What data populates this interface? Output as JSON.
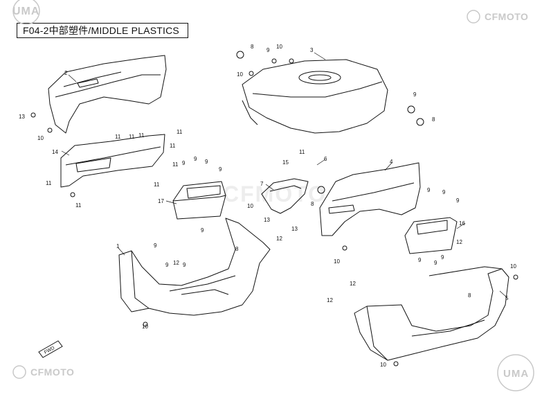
{
  "title": "F04-2中部塑件/MIDDLE PLASTICS",
  "logos": {
    "uma_top_left": "UMA",
    "cfmoto_top_right": "CFMOTO",
    "cfmoto_bottom_left": "CFMOTO",
    "uma_bottom_right": "UMA",
    "watermark": "CFMOTO"
  },
  "icons": {
    "fwd_arrow": "FWD"
  },
  "callouts": [
    {
      "id": "c1",
      "label": "1"
    },
    {
      "id": "c2",
      "label": "2"
    },
    {
      "id": "c3",
      "label": "3"
    },
    {
      "id": "c4",
      "label": "4"
    },
    {
      "id": "c5",
      "label": "5"
    },
    {
      "id": "c6",
      "label": "6"
    },
    {
      "id": "c7",
      "label": "7"
    },
    {
      "id": "c8a",
      "label": "8"
    },
    {
      "id": "c8b",
      "label": "8"
    },
    {
      "id": "c8c",
      "label": "8"
    },
    {
      "id": "c8d",
      "label": "8"
    },
    {
      "id": "c8e",
      "label": "8"
    },
    {
      "id": "c9a",
      "label": "9"
    },
    {
      "id": "c9b",
      "label": "9"
    },
    {
      "id": "c9c",
      "label": "9"
    },
    {
      "id": "c9d",
      "label": "9"
    },
    {
      "id": "c9e",
      "label": "9"
    },
    {
      "id": "c9f",
      "label": "9"
    },
    {
      "id": "c9g",
      "label": "9"
    },
    {
      "id": "c9h",
      "label": "9"
    },
    {
      "id": "c9i",
      "label": "9"
    },
    {
      "id": "c9j",
      "label": "9"
    },
    {
      "id": "c9k",
      "label": "9"
    },
    {
      "id": "c9l",
      "label": "9"
    },
    {
      "id": "c9m",
      "label": "9"
    },
    {
      "id": "c9n",
      "label": "9"
    },
    {
      "id": "c9o",
      "label": "9"
    },
    {
      "id": "c9p",
      "label": "9"
    },
    {
      "id": "c10a",
      "label": "10"
    },
    {
      "id": "c10b",
      "label": "10"
    },
    {
      "id": "c10c",
      "label": "10"
    },
    {
      "id": "c10d",
      "label": "10"
    },
    {
      "id": "c10e",
      "label": "10"
    },
    {
      "id": "c10f",
      "label": "10"
    },
    {
      "id": "c10g",
      "label": "10"
    },
    {
      "id": "c10h",
      "label": "10"
    },
    {
      "id": "c11a",
      "label": "11"
    },
    {
      "id": "c11b",
      "label": "11"
    },
    {
      "id": "c11c",
      "label": "11"
    },
    {
      "id": "c11d",
      "label": "11"
    },
    {
      "id": "c11e",
      "label": "11"
    },
    {
      "id": "c11f",
      "label": "11"
    },
    {
      "id": "c11g",
      "label": "11"
    },
    {
      "id": "c11h",
      "label": "11"
    },
    {
      "id": "c11i",
      "label": "11"
    },
    {
      "id": "c11j",
      "label": "11"
    },
    {
      "id": "c12a",
      "label": "12"
    },
    {
      "id": "c12b",
      "label": "12"
    },
    {
      "id": "c12c",
      "label": "12"
    },
    {
      "id": "c12d",
      "label": "12"
    },
    {
      "id": "c12e",
      "label": "12"
    },
    {
      "id": "c13a",
      "label": "13"
    },
    {
      "id": "c13b",
      "label": "13"
    },
    {
      "id": "c13c",
      "label": "13"
    },
    {
      "id": "c14",
      "label": "14"
    },
    {
      "id": "c15",
      "label": "15"
    },
    {
      "id": "c16",
      "label": "16"
    },
    {
      "id": "c17",
      "label": "17"
    }
  ]
}
